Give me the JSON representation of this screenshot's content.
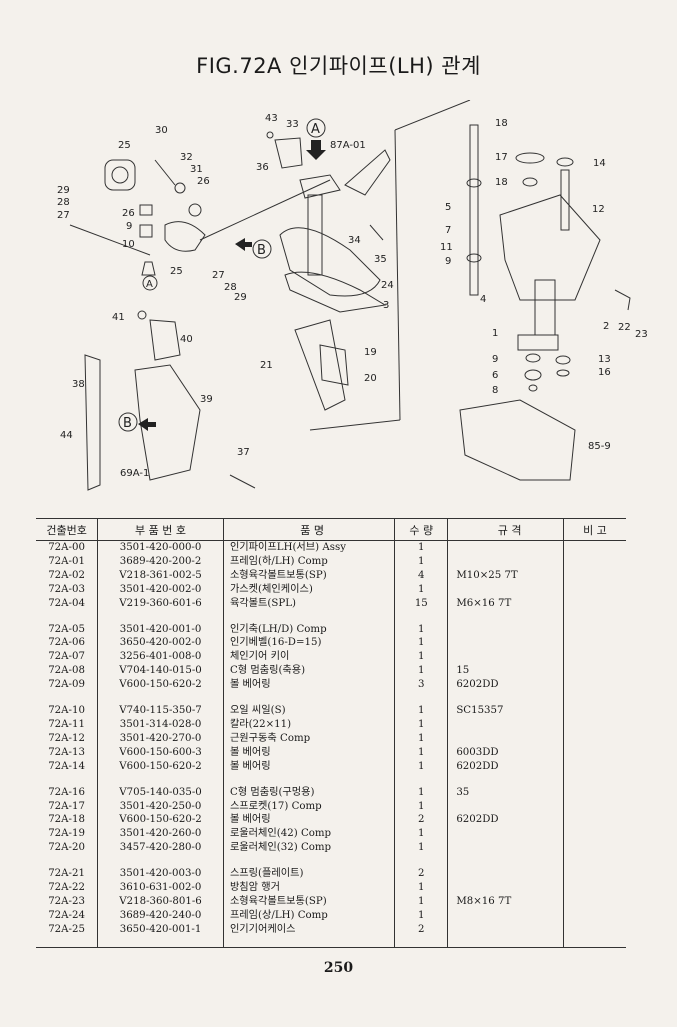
{
  "title": "FIG.72A 인기파이프(LH) 관계",
  "diagram": {
    "callouts": [
      "30",
      "25",
      "32",
      "31",
      "26",
      "29",
      "28",
      "27",
      "26",
      "9",
      "10",
      "25",
      "27",
      "28",
      "29",
      "43",
      "33",
      "36",
      "87A-01",
      "34",
      "35",
      "24",
      "3",
      "19",
      "20",
      "21",
      "41",
      "40",
      "38",
      "39",
      "44",
      "37",
      "69A-1",
      "18",
      "17",
      "18",
      "14",
      "12",
      "5",
      "7",
      "11",
      "9",
      "4",
      "22",
      "23",
      "1",
      "2",
      "9",
      "13",
      "6",
      "16",
      "8",
      "85-9"
    ],
    "circle_markers": [
      "A",
      "B",
      "B",
      "A"
    ]
  },
  "table": {
    "headers": [
      "건출번호",
      "부 품 번 호",
      "품 명",
      "수 량",
      "규 격",
      "비 고"
    ],
    "groups": [
      [
        {
          "no": "72A-00",
          "part": "3501-420-000-0",
          "name": "인기파이프LH(서브) Assy",
          "qty": "1",
          "spec": "",
          "remark": ""
        },
        {
          "no": "72A-01",
          "part": "3689-420-200-2",
          "name": "프레임(하/LH) Comp",
          "qty": "1",
          "spec": "",
          "remark": ""
        },
        {
          "no": "72A-02",
          "part": "V218-361-002-5",
          "name": "소형육각볼트보통(SP)",
          "qty": "4",
          "spec": "M10×25 7T",
          "remark": ""
        },
        {
          "no": "72A-03",
          "part": "3501-420-002-0",
          "name": "가스켓(체인케이스)",
          "qty": "1",
          "spec": "",
          "remark": ""
        },
        {
          "no": "72A-04",
          "part": "V219-360-601-6",
          "name": "육각볼트(SPL)",
          "qty": "15",
          "spec": "M6×16 7T",
          "remark": ""
        }
      ],
      [
        {
          "no": "72A-05",
          "part": "3501-420-001-0",
          "name": "인기축(LH/D) Comp",
          "qty": "1",
          "spec": "",
          "remark": ""
        },
        {
          "no": "72A-06",
          "part": "3650-420-002-0",
          "name": "인기베벨(16-D=15)",
          "qty": "1",
          "spec": "",
          "remark": ""
        },
        {
          "no": "72A-07",
          "part": "3256-401-008-0",
          "name": "체인기어 키이",
          "qty": "1",
          "spec": "",
          "remark": ""
        },
        {
          "no": "72A-08",
          "part": "V704-140-015-0",
          "name": "C형 멈춤링(축용)",
          "qty": "1",
          "spec": "15",
          "remark": ""
        },
        {
          "no": "72A-09",
          "part": "V600-150-620-2",
          "name": "볼 베어링",
          "qty": "3",
          "spec": "6202DD",
          "remark": ""
        }
      ],
      [
        {
          "no": "72A-10",
          "part": "V740-115-350-7",
          "name": "오일 씨일(S)",
          "qty": "1",
          "spec": "SC15357",
          "remark": ""
        },
        {
          "no": "72A-11",
          "part": "3501-314-028-0",
          "name": "칼라(22×11)",
          "qty": "1",
          "spec": "",
          "remark": ""
        },
        {
          "no": "72A-12",
          "part": "3501-420-270-0",
          "name": "근원구동축 Comp",
          "qty": "1",
          "spec": "",
          "remark": ""
        },
        {
          "no": "72A-13",
          "part": "V600-150-600-3",
          "name": "볼 베어링",
          "qty": "1",
          "spec": "6003DD",
          "remark": ""
        },
        {
          "no": "72A-14",
          "part": "V600-150-620-2",
          "name": "볼 베어링",
          "qty": "1",
          "spec": "6202DD",
          "remark": ""
        }
      ],
      [
        {
          "no": "72A-16",
          "part": "V705-140-035-0",
          "name": "C형 멈춤링(구멍용)",
          "qty": "1",
          "spec": "35",
          "remark": ""
        },
        {
          "no": "72A-17",
          "part": "3501-420-250-0",
          "name": "스프로켓(17) Comp",
          "qty": "1",
          "spec": "",
          "remark": ""
        },
        {
          "no": "72A-18",
          "part": "V600-150-620-2",
          "name": "볼 베어링",
          "qty": "2",
          "spec": "6202DD",
          "remark": ""
        },
        {
          "no": "72A-19",
          "part": "3501-420-260-0",
          "name": "로울러체인(42) Comp",
          "qty": "1",
          "spec": "",
          "remark": ""
        },
        {
          "no": "72A-20",
          "part": "3457-420-280-0",
          "name": "로울러체인(32) Comp",
          "qty": "1",
          "spec": "",
          "remark": ""
        }
      ],
      [
        {
          "no": "72A-21",
          "part": "3501-420-003-0",
          "name": "스프링(플레이트)",
          "qty": "2",
          "spec": "",
          "remark": ""
        },
        {
          "no": "72A-22",
          "part": "3610-631-002-0",
          "name": "방침암 행거",
          "qty": "1",
          "spec": "",
          "remark": ""
        },
        {
          "no": "72A-23",
          "part": "V218-360-801-6",
          "name": "소형육각볼트보통(SP)",
          "qty": "1",
          "spec": "M8×16 7T",
          "remark": ""
        },
        {
          "no": "72A-24",
          "part": "3689-420-240-0",
          "name": "프레임(상/LH) Comp",
          "qty": "1",
          "spec": "",
          "remark": ""
        },
        {
          "no": "72A-25",
          "part": "3650-420-001-1",
          "name": "인기기어케이스",
          "qty": "2",
          "spec": "",
          "remark": ""
        }
      ]
    ]
  },
  "page_number": "250"
}
